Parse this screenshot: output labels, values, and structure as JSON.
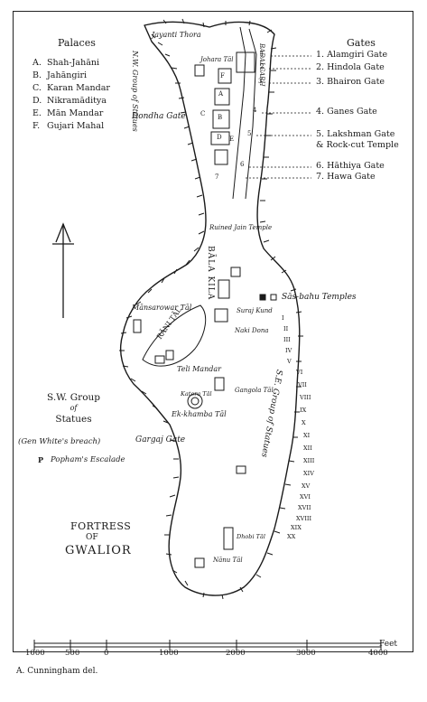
{
  "palaces": {
    "heading": "Palaces",
    "items": [
      {
        "letter": "A.",
        "name": "Shah-Jahāni"
      },
      {
        "letter": "B.",
        "name": "Jahāngiri"
      },
      {
        "letter": "C.",
        "name": "Karan Mandar"
      },
      {
        "letter": "D.",
        "name": "Nikramāditya"
      },
      {
        "letter": "E.",
        "name": "Mān Mandar"
      },
      {
        "letter": "F.",
        "name": "Gujari Mahal"
      }
    ]
  },
  "gates": {
    "heading": "Gates",
    "items": [
      {
        "num": "1.",
        "name": "Alamgiri Gate"
      },
      {
        "num": "2.",
        "name": "Hindola Gate"
      },
      {
        "num": "3.",
        "name": "Bhairon Gate"
      },
      {
        "num": "4.",
        "name": "Ganes Gate"
      },
      {
        "num": "5.",
        "name": "Lakshman Gate"
      },
      {
        "num": "",
        "name": "& Rock-cut Temple"
      },
      {
        "num": "6.",
        "name": "Hāthiya Gate"
      },
      {
        "num": "7.",
        "name": "Hawa Gate"
      }
    ]
  },
  "map_labels": {
    "jayanti_thora": "Jayanti Thora",
    "jahara_tal": "Johara Tāl",
    "dondha_gate": "Dondha Gate",
    "nw_group": "N.W. Group of Statues",
    "ruined_jain_temple": "Ruined Jain Temple",
    "sas_bahu": "Sās-bahu Temples",
    "mansarowar": "Mānsarowar Tāl",
    "bala_kila": "BĀLA KILA",
    "suraj_kund": "Suraj Kund",
    "naki_dona": "Naki Dona",
    "teli_mandar": "Teli Mandar",
    "rani_tal": "RĀNI TĀL",
    "katora_tal": "Katora Tāl",
    "gangola_tal": "Gangola Tāl",
    "ek_khamba_tal": "Ek-khamba Tāl",
    "gargaj_gate": "Gargaj Gate",
    "gen_white_breach": "(Gen White's breach)",
    "pophams_escalade": "Popham's Escalade",
    "se_group": "S.E. Group of Statues",
    "dhobi_tal": "Dhobi Tāl",
    "nanu_tal": "Nānu Tāl",
    "badalgarh": "BADALGARH",
    "sw_group_line1": "S.W. Group",
    "sw_group_line2": "of",
    "sw_group_line3": "Statues",
    "popham_marker": "P",
    "palace_letters": [
      "A",
      "B",
      "C",
      "D",
      "E",
      "F"
    ],
    "gate_numbers": [
      "1",
      "2",
      "3",
      "4",
      "5",
      "6",
      "7"
    ],
    "roman_statues": [
      "I",
      "II",
      "III",
      "IV",
      "V",
      "VI",
      "VII",
      "VIII",
      "IX",
      "X",
      "XI",
      "XII",
      "XIII",
      "XIV",
      "XV",
      "XVI",
      "XVII",
      "XVIII",
      "XIX",
      "XX"
    ]
  },
  "fortress": {
    "line1": "FORTRESS",
    "line2": "OF",
    "line3": "GWALIOR"
  },
  "scale": {
    "ticks": [
      "1000",
      "500",
      "0",
      "1000",
      "2000",
      "3000",
      "4000"
    ],
    "unit": "Feet"
  },
  "credit": "A. Cunningham del.",
  "colors": {
    "ink": "#1a1a1a",
    "paper": "#ffffff"
  }
}
